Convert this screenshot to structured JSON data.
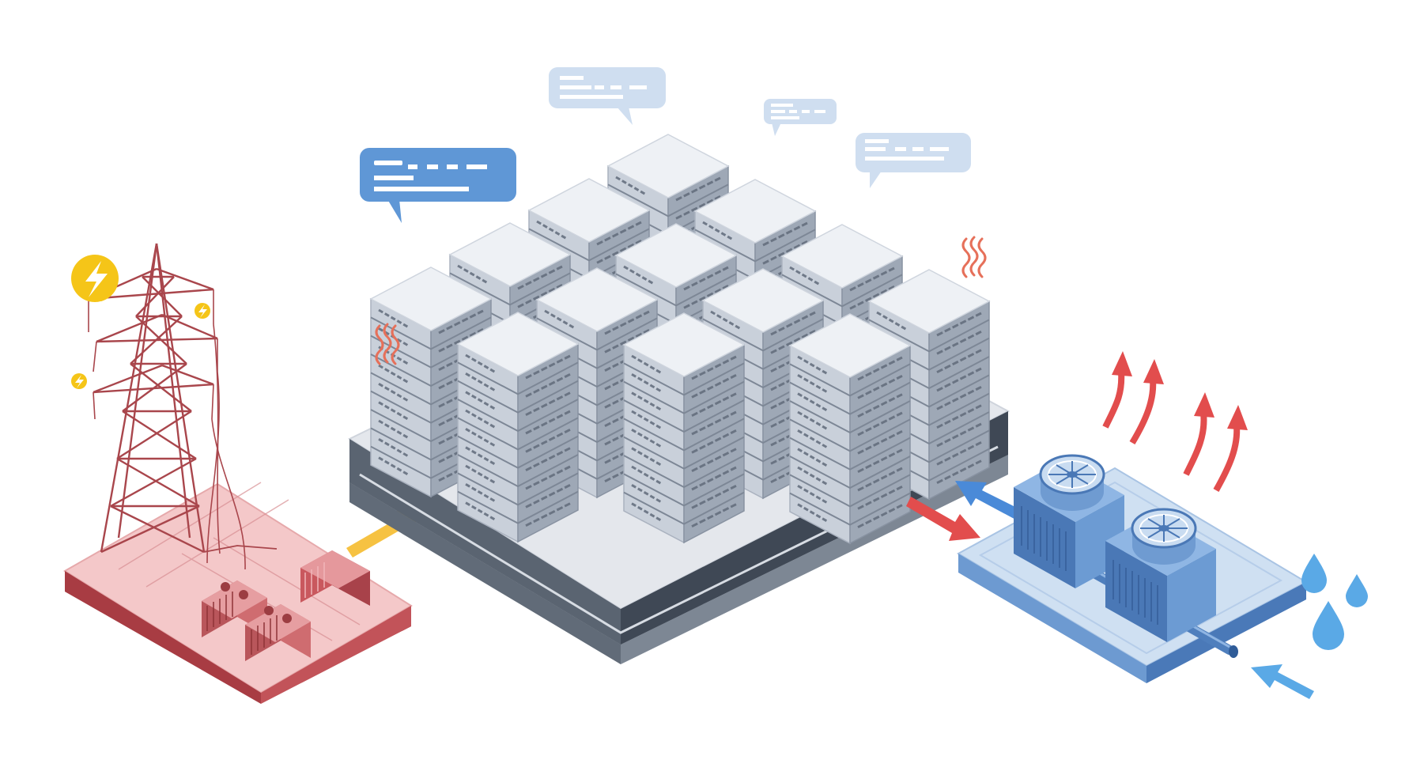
{
  "palette": {
    "background": "#ffffff",
    "power_red": "#c9545a",
    "power_pink": "#f3c9c9",
    "server_top": "#e3e7ee",
    "server_side": "#b9c1cd",
    "platform_top": "#e4e7ec",
    "platform_side": "#555e6b",
    "cooling_blue": "#5b8fd0",
    "cooling_light": "#c9dcf1",
    "arrow_yellow": "#f6c242",
    "arrow_red": "#e24d4d",
    "arrow_blue": "#4a8ad8",
    "water_blue": "#5aa9e6",
    "bolt_yellow": "#f5c518"
  },
  "icons": [
    "lightning-bolt-icon",
    "chat-bubble-icon",
    "heat-wave-icon",
    "water-drop-icon",
    "fan-icon"
  ],
  "server_grid": {
    "rows": 4,
    "cols": 4,
    "present_count": 13
  },
  "cooling": {
    "fan_units": 2
  },
  "flows": [
    {
      "name": "power-to-servers",
      "color": "#f6c242"
    },
    {
      "name": "hot-air-to-cooling",
      "color": "#e24d4d"
    },
    {
      "name": "cool-air-to-servers",
      "color": "#4a8ad8"
    },
    {
      "name": "heat-exhaust",
      "color": "#e24d4d",
      "count": 4
    },
    {
      "name": "water-intake",
      "color": "#5aa9e6"
    }
  ]
}
